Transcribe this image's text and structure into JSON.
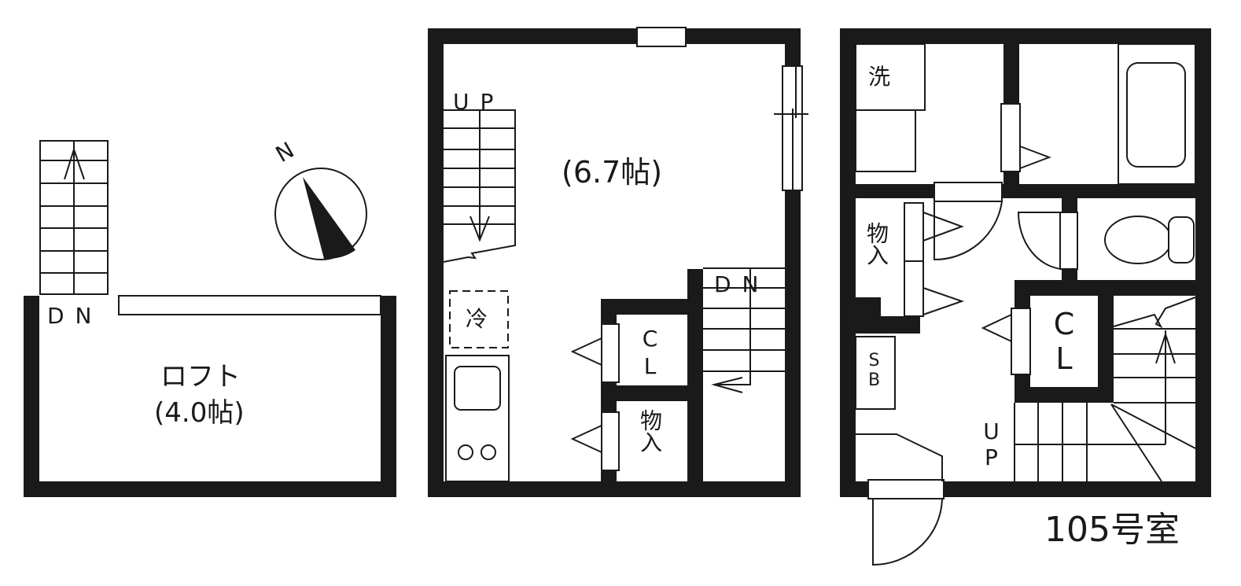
{
  "unit": {
    "label": "105号室"
  },
  "compass": {
    "label": "N"
  },
  "loft": {
    "name": "ロフト",
    "size": "(4.0帖)",
    "stair_label": "DN"
  },
  "floor1": {
    "room_size": "(6.7帖)",
    "stair_up_label": "UP",
    "stair_down_label": "DN",
    "fridge_label": "冷",
    "closet_label": "CL",
    "storage_label": "物入"
  },
  "floor0": {
    "washer_label": "洗",
    "storage_label": "物入",
    "shoebox_label": "SB",
    "closet_label": "CL",
    "stair_up_label": "UP"
  },
  "colors": {
    "wall": "#1a1a1a",
    "background": "#ffffff"
  }
}
